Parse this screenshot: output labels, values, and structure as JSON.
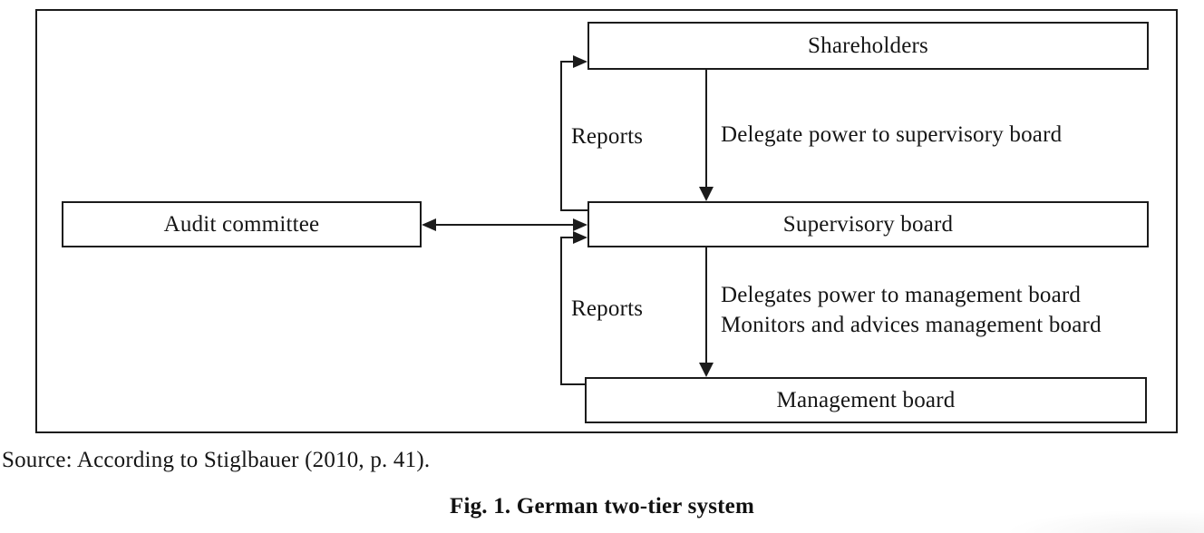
{
  "figure": {
    "nodes": {
      "shareholders": {
        "label": "Shareholders"
      },
      "audit_committee": {
        "label": "Audit committee"
      },
      "supervisory_board": {
        "label": "Supervisory board"
      },
      "management_board": {
        "label": "Management board"
      }
    },
    "edges": {
      "shareholders_to_supervisory": {
        "label": "Delegate power to supervisory board"
      },
      "supervisory_to_management": {
        "label_line1": "Delegates power to management board",
        "label_line2": "Monitors and advices management board"
      },
      "supervisory_to_shareholders": {
        "label": "Reports"
      },
      "management_to_supervisory": {
        "label": "Reports"
      }
    },
    "colors": {
      "line": "#1b1b1b",
      "background": "#ffffff"
    }
  },
  "source_note": "Source: According to Stiglbauer (2010, p. 41).",
  "caption": "Fig. 1. German two-tier system"
}
